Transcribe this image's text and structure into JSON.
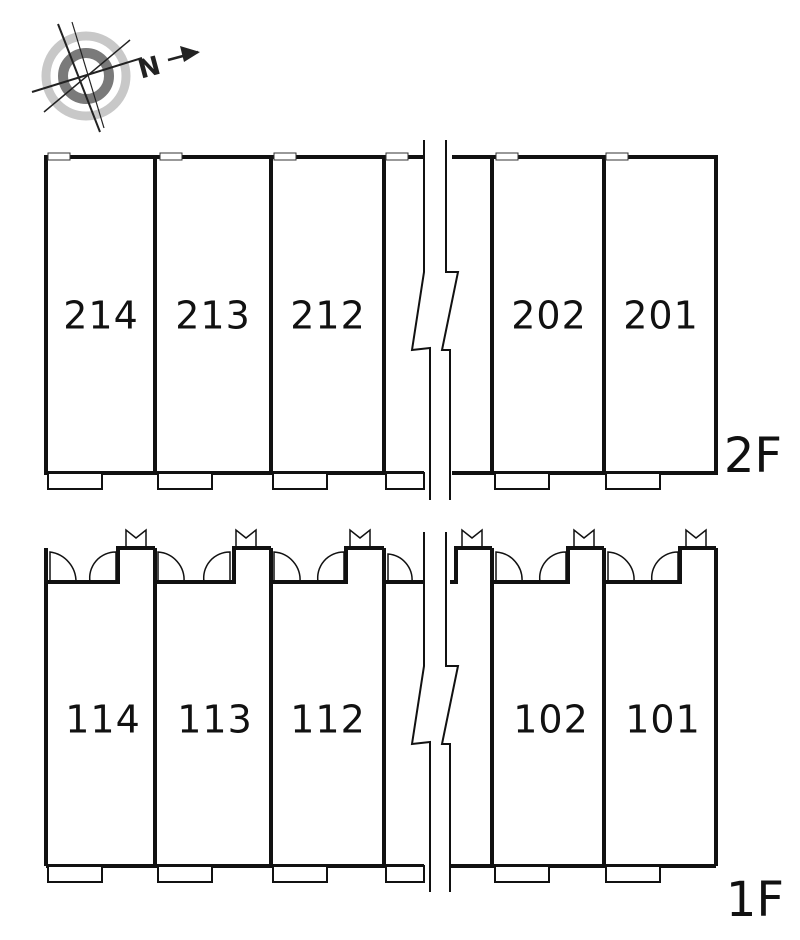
{
  "compass": {
    "letter": "N"
  },
  "floors": [
    {
      "label": "2F",
      "rooms_left": [
        "214",
        "213",
        "212"
      ],
      "rooms_right": [
        "202",
        "201"
      ]
    },
    {
      "label": "1F",
      "rooms_left": [
        "114",
        "113",
        "112"
      ],
      "rooms_right": [
        "102",
        "101"
      ]
    }
  ],
  "colors": {
    "line": "#111111",
    "compass_ring_outer": "#c8c8c8",
    "compass_ring_inner": "#7a7a7a"
  }
}
